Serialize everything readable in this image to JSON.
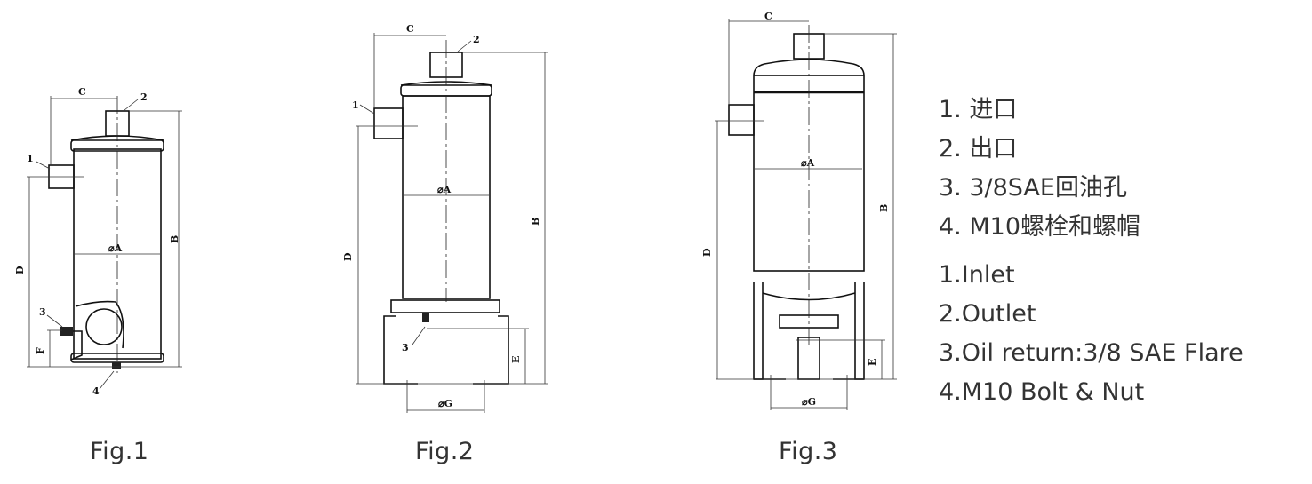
{
  "figures": [
    {
      "caption": "Fig.1",
      "labels": {
        "c": "C",
        "a": "⌀A",
        "b": "B",
        "d": "D",
        "f": "F",
        "p1": "1",
        "p2": "2",
        "p3": "3",
        "p4": "4"
      }
    },
    {
      "caption": "Fig.2",
      "labels": {
        "c": "C",
        "a": "⌀A",
        "b": "B",
        "d": "D",
        "e": "E",
        "g": "⌀G",
        "p1": "1",
        "p2": "2",
        "p3": "3"
      }
    },
    {
      "caption": "Fig.3",
      "labels": {
        "c": "C",
        "a": "⌀A",
        "b": "B",
        "d": "D",
        "e": "E",
        "g": "⌀G"
      }
    }
  ],
  "legend": {
    "chinese": [
      "1. 进口",
      "2. 出口",
      "3. 3/8SAE回油孔",
      "4. M10螺栓和螺帽"
    ],
    "english": [
      "1.Inlet",
      "2.Outlet",
      "3.Oil return:3/8 SAE Flare",
      "4.M10 Bolt & Nut"
    ]
  }
}
